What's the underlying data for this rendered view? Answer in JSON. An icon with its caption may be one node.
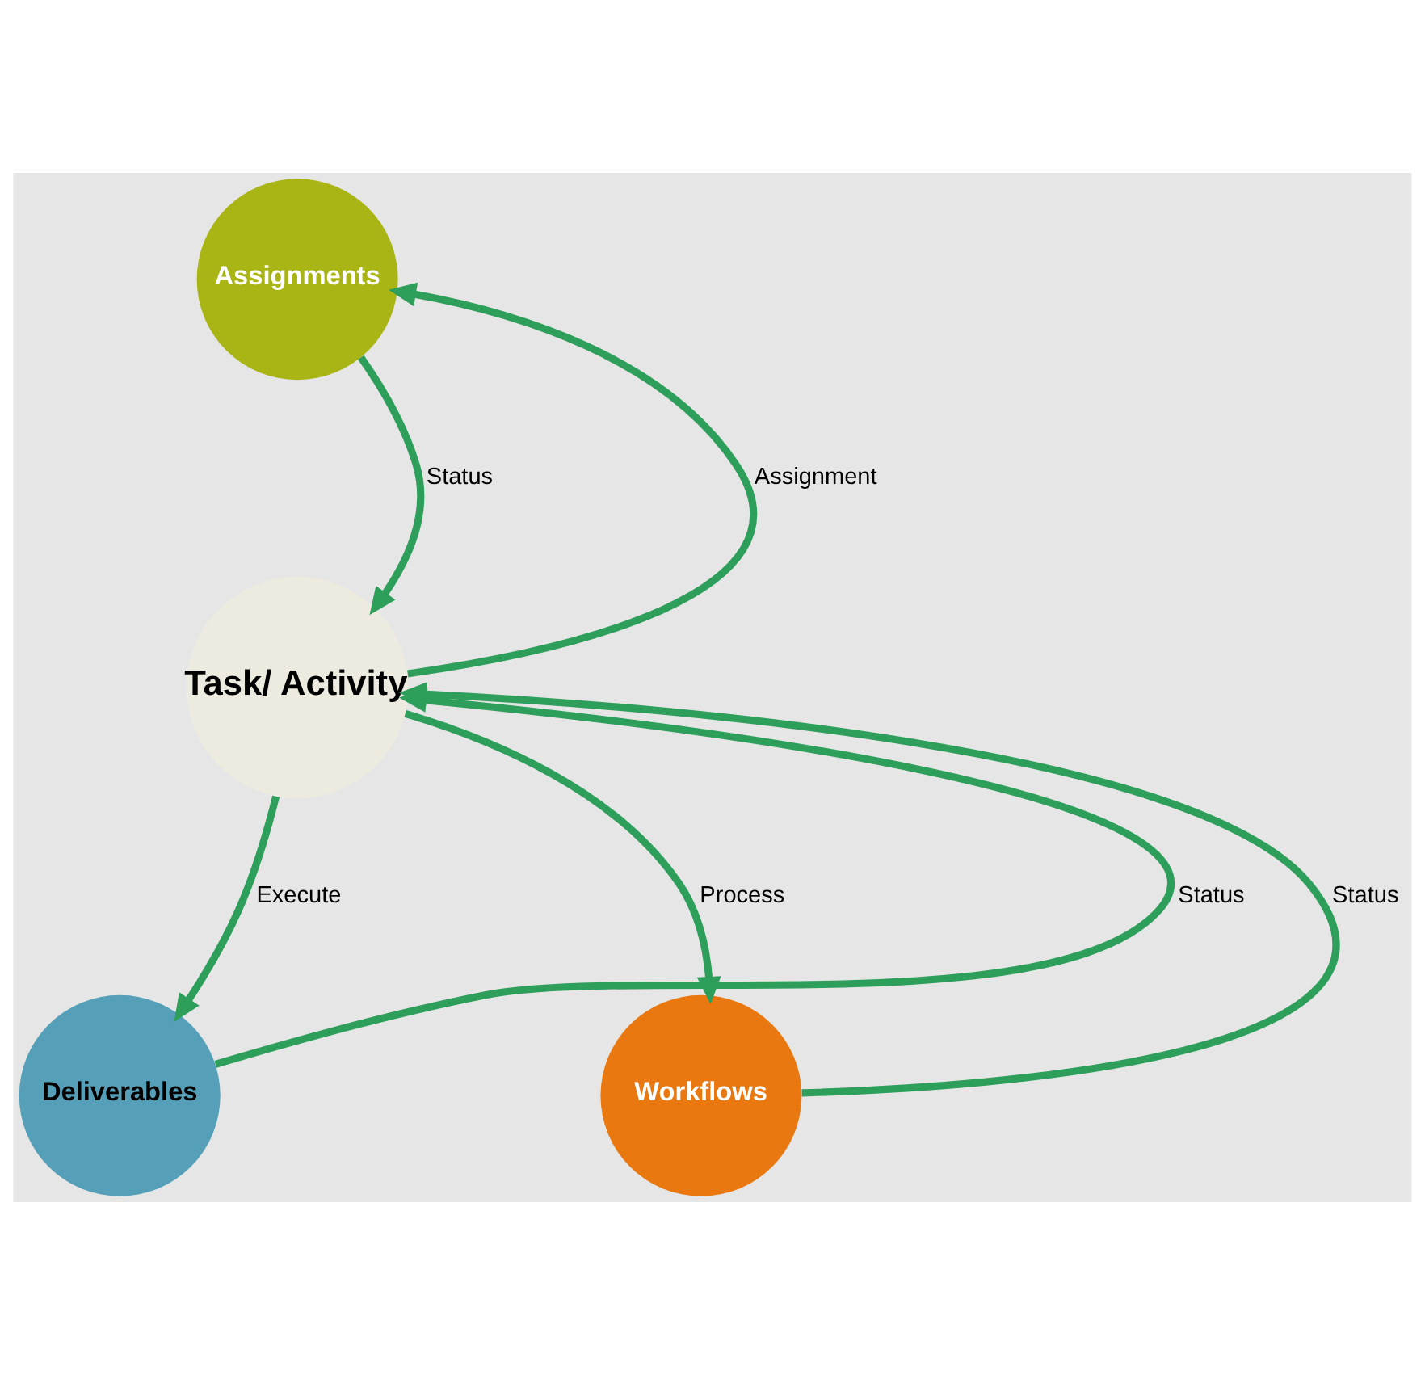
{
  "diagram": {
    "nodes": [
      {
        "text": [
          "Assignments"
        ]
      },
      {
        "text": [
          "Task/ Activity"
        ]
      },
      {
        "text": [
          "Deliverables"
        ]
      },
      {
        "text": [
          "Workflows"
        ]
      }
    ],
    "edges": [
      {
        "from": 1,
        "to": 0,
        "arrow": "to",
        "label": "Assignment",
        "color": "#2e9e5b"
      },
      {
        "from": 0,
        "to": 1,
        "arrow": "to",
        "label": "Status",
        "color": "#2e9e5b"
      },
      {
        "from": 1,
        "to": 2,
        "arrow": "to",
        "label": "Execute",
        "color": "#2e9e5b"
      },
      {
        "from": 2,
        "to": 1,
        "arrow": "to",
        "label": "Status",
        "color": "#2e9e5b"
      },
      {
        "from": 1,
        "to": 3,
        "arrow": "to",
        "label": "Process",
        "color": "#2e9e5b"
      },
      {
        "from": 3,
        "to": 1,
        "arrow": "to",
        "label": "Status",
        "color": "#2e9e5b"
      }
    ]
  }
}
